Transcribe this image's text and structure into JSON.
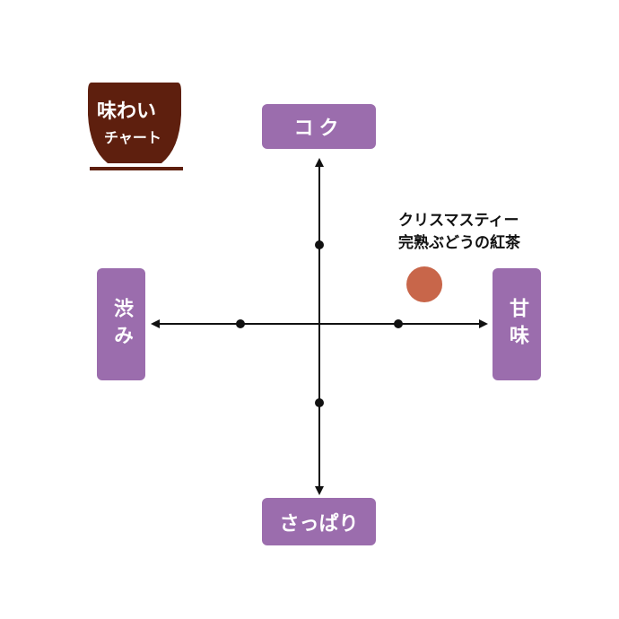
{
  "logo": {
    "line1": "味わい",
    "line2": "チャート"
  },
  "axes": {
    "top": "コク",
    "bottom": "さっぱり",
    "left": "渋み",
    "right": "甘味"
  },
  "product": {
    "line1": "クリスマスティー",
    "line2": "完熟ぶどうの紅茶"
  },
  "chart_data": {
    "type": "scatter",
    "x_axis": {
      "negative": "渋み",
      "positive": "甘味",
      "range": [
        -2,
        2
      ],
      "ticks": [
        -1,
        1
      ]
    },
    "y_axis": {
      "negative": "さっぱり",
      "positive": "コク",
      "range": [
        -2,
        2
      ],
      "ticks": [
        -1,
        1
      ]
    },
    "points": [
      {
        "label": "クリスマスティー 完熟ぶどうの紅茶",
        "x": 1.33,
        "y": 0.5,
        "color": "#c8664a"
      }
    ]
  },
  "colors": {
    "label_bg": "#9b6dad",
    "logo": "#5e1f0e",
    "point": "#c8664a"
  }
}
